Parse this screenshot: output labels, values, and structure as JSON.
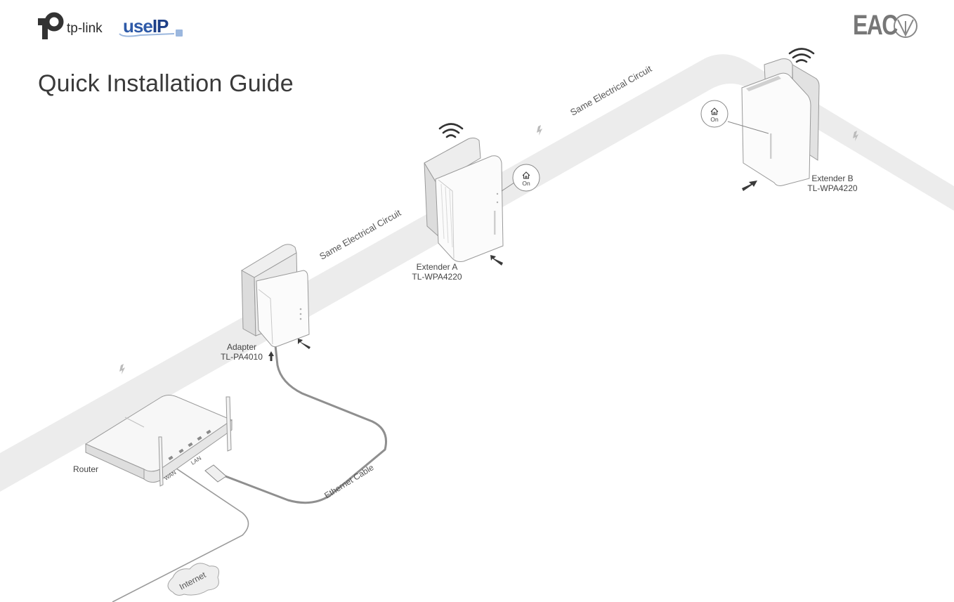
{
  "header": {
    "brand_name": "tp-link",
    "brand2_a": "use",
    "brand2_b": "IP",
    "cert_mark": "EAC",
    "title": "Quick Installation Guide"
  },
  "diagram": {
    "circuit_label": "Same Electrical Circuit",
    "power_state": "On",
    "adapter": {
      "name": "Adapter",
      "model": "TL-PA4010"
    },
    "extender_a": {
      "name": "Extender A",
      "model": "TL-WPA4220"
    },
    "extender_b": {
      "name": "Extender B",
      "model": "TL-WPA4220"
    },
    "router_label": "Router",
    "wan_port": "WAN",
    "lan_port": "LAN",
    "cable_label": "Ethernet Cable",
    "internet_label": "Internet"
  },
  "colors": {
    "band": "#ebebeb",
    "stroke": "#9a9a9a",
    "accent": "#2e5aa8",
    "text": "#444444"
  }
}
